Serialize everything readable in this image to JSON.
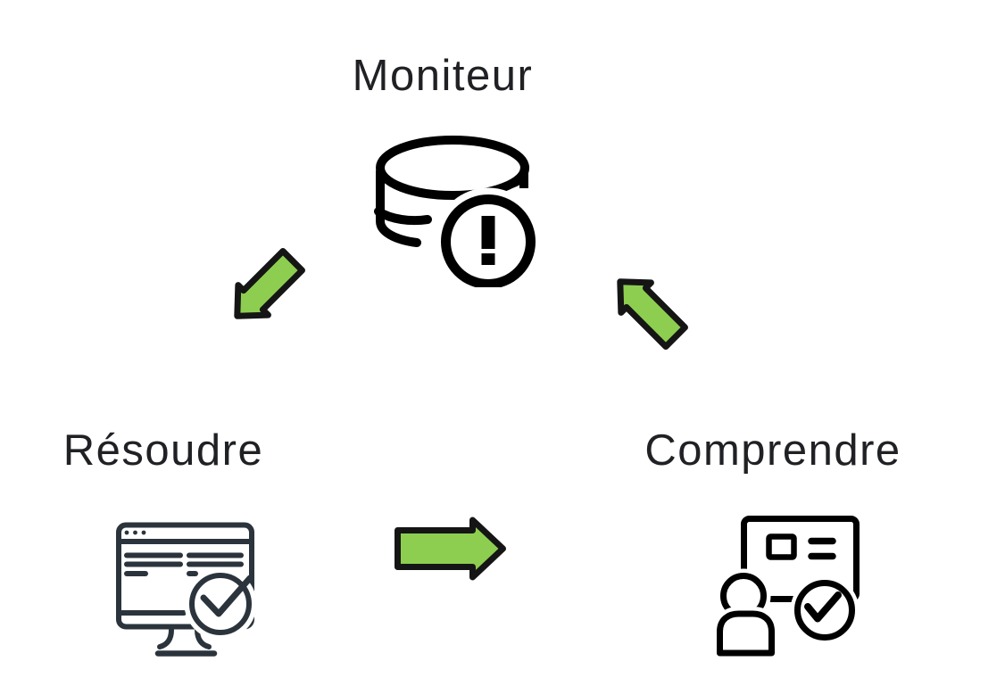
{
  "diagram": {
    "type": "cycle-diagram",
    "background": "#ffffff",
    "nodes": [
      {
        "id": "moniteur",
        "label": "Moniteur",
        "icon": "database-alert-icon",
        "position": "top-center"
      },
      {
        "id": "resoudre",
        "label": "Résoudre",
        "icon": "browser-check-icon",
        "position": "bottom-left"
      },
      {
        "id": "comprendre",
        "label": "Comprendre",
        "icon": "presentation-check-icon",
        "position": "bottom-right"
      }
    ],
    "arrows": [
      {
        "from": "moniteur",
        "to": "resoudre",
        "direction": "down-left"
      },
      {
        "from": "resoudre",
        "to": "comprendre",
        "direction": "right"
      },
      {
        "from": "comprendre",
        "to": "moniteur",
        "direction": "up-left"
      }
    ],
    "colors": {
      "arrow_fill": "#8dce50",
      "arrow_outline": "#151515",
      "icon_black": "#000000",
      "icon_slate": "#2b343c",
      "label_text": "#202124"
    }
  }
}
